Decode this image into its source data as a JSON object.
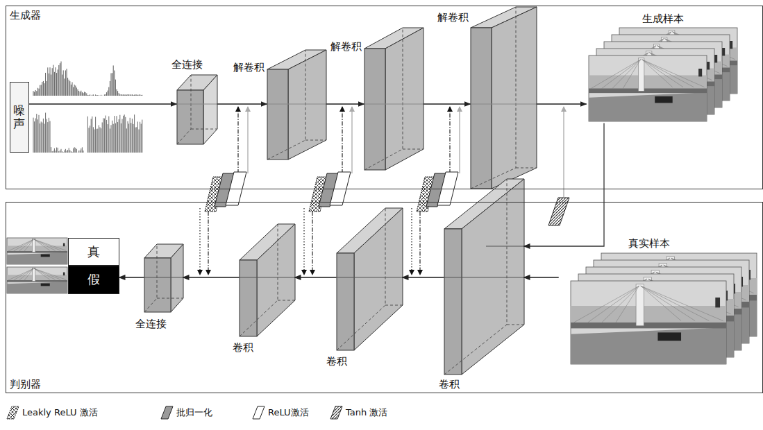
{
  "diagram": {
    "nodes": [
      {
        "text": [
          "生成器"
        ]
      },
      {
        "text": [
          "噪声"
        ],
        "in": 0
      },
      {
        "text": [
          "全连接"
        ],
        "in": 0
      },
      {
        "text": [
          "解卷积"
        ],
        "in": 0
      },
      {
        "text": [
          "解卷积"
        ],
        "in": 0
      },
      {
        "text": [
          "解卷积"
        ],
        "in": 0
      },
      {
        "text": [
          "生成样本"
        ],
        "in": 0
      },
      {
        "text": [
          "判别器"
        ]
      },
      {
        "text": [
          "真实样本"
        ],
        "in": 7
      },
      {
        "text": [
          "卷积"
        ],
        "in": 7
      },
      {
        "text": [
          "卷积"
        ],
        "in": 7
      },
      {
        "text": [
          "卷积"
        ],
        "in": 7
      },
      {
        "text": [
          "全连接"
        ],
        "in": 7
      },
      {
        "text": [
          "真"
        ],
        "in": 7
      },
      {
        "text": [
          "假"
        ],
        "in": 7
      }
    ],
    "edges": [
      {
        "from": 1,
        "to": 2,
        "arrow": "to"
      },
      {
        "from": 2,
        "to": 3,
        "arrow": "to"
      },
      {
        "from": 3,
        "to": 4,
        "arrow": "to"
      },
      {
        "from": 4,
        "to": 5,
        "arrow": "to"
      },
      {
        "from": 5,
        "to": 6,
        "arrow": "to"
      },
      {
        "from": 6,
        "to": 9,
        "arrow": "to"
      },
      {
        "from": 8,
        "to": 9,
        "arrow": "to"
      },
      {
        "from": 9,
        "to": 10,
        "arrow": "to"
      },
      {
        "from": 10,
        "to": 11,
        "arrow": "to"
      },
      {
        "from": 11,
        "to": 12,
        "arrow": "to"
      },
      {
        "from": 12,
        "to": 14,
        "arrow": "to"
      }
    ],
    "legend": [
      {
        "text": "Leakly ReLU 激活"
      },
      {
        "text": "批归一化"
      },
      {
        "text": "ReLU激活"
      },
      {
        "text": "Tanh 激活"
      }
    ]
  }
}
